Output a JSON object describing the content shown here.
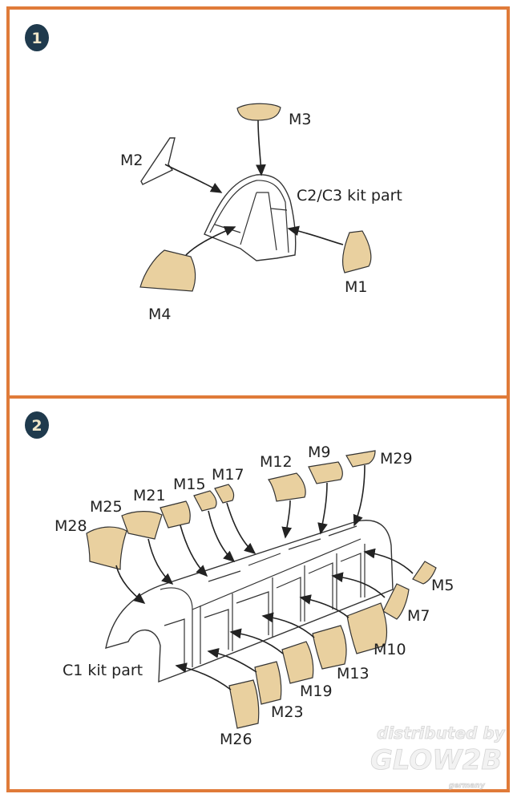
{
  "colors": {
    "frame": "#e07b39",
    "mask": "#e9d09f",
    "step_badge": "#1f3a4d"
  },
  "step1": {
    "number": "1",
    "kit_part": "C2/C3 kit part",
    "masks": {
      "m1": "M1",
      "m2": "M2",
      "m3": "M3",
      "m4": "M4"
    }
  },
  "step2": {
    "number": "2",
    "kit_part": "C1 kit part",
    "masks": {
      "m5": "M5",
      "m7": "M7",
      "m9": "M9",
      "m10": "M10",
      "m12": "M12",
      "m13": "M13",
      "m15": "M15",
      "m17": "M17",
      "m19": "M19",
      "m21": "M21",
      "m23": "M23",
      "m25": "M25",
      "m26": "M26",
      "m28": "M28",
      "m29": "M29"
    }
  },
  "watermark": {
    "line1": "distributed by",
    "line2": "GLOW2B",
    "line3": "germany"
  }
}
